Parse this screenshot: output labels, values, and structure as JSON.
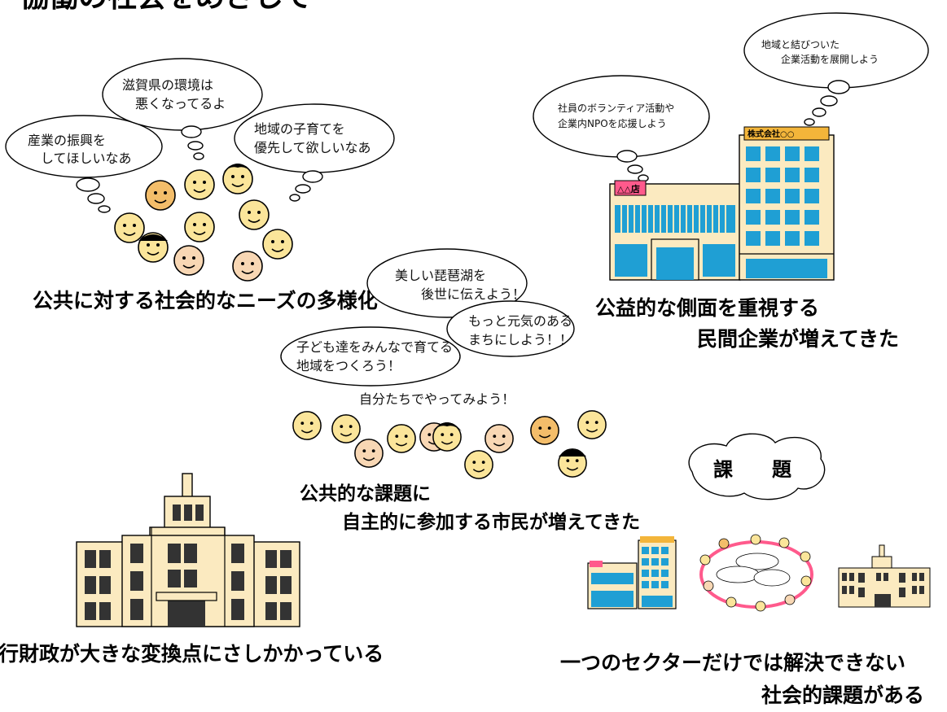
{
  "scene": {
    "top_banner": "ー協働の社会をめざして",
    "citizens": {
      "bubbles": [
        {
          "lines": [
            "産業の振興を",
            "　してほしいなあ"
          ]
        },
        {
          "lines": [
            "滋賀県の環境は",
            "　悪くなってるよ"
          ]
        },
        {
          "lines": [
            "地域の子育てを",
            "優先して欲しいなあ"
          ]
        }
      ],
      "caption": "公共に対する社会的なニーズの多様化"
    },
    "companies": {
      "bubbles": [
        {
          "lines": [
            "社員のボランティア活動や",
            "企業内NPOを応援しよう"
          ]
        },
        {
          "lines": [
            "地域と結びついた",
            "　　企業活動を展開しよう"
          ]
        }
      ],
      "sign_shop": "△△店",
      "sign_corp": "株式会社○○",
      "caption_lines": [
        "公益的な側面を重視する",
        "民間企業が増えてきた"
      ]
    },
    "volunteers": {
      "bubbles": [
        {
          "lines": [
            "美しい琵琶湖を",
            "　　後世に伝えよう！"
          ]
        },
        {
          "lines": [
            "もっと元気のある",
            "まちにしよう！！"
          ]
        },
        {
          "lines": [
            "子ども達をみんなで育てる",
            "地域をつくろう！"
          ]
        }
      ],
      "shout": "自分たちでやってみよう！",
      "caption_lines": [
        "公共的な課題に",
        "自主的に参加する市民が増えてきた"
      ]
    },
    "government": {
      "caption": "行財政が大きな変換点にさしかかっている"
    },
    "issues": {
      "bubble": "課　　題",
      "caption_lines": [
        "一つのセクターだけでは解決できない",
        "社会的課題がある"
      ]
    }
  },
  "colors": {
    "face_yellow": "#fbe59a",
    "face_orange": "#f3bd6a",
    "face_peach": "#f8d7b4",
    "building": "#fbeac0",
    "window": "#1f9fd4",
    "window_dark": "#333333",
    "sign": "#ff5a8c",
    "sign_corp": "#f3b53a",
    "ring": "#ff5a8c"
  }
}
